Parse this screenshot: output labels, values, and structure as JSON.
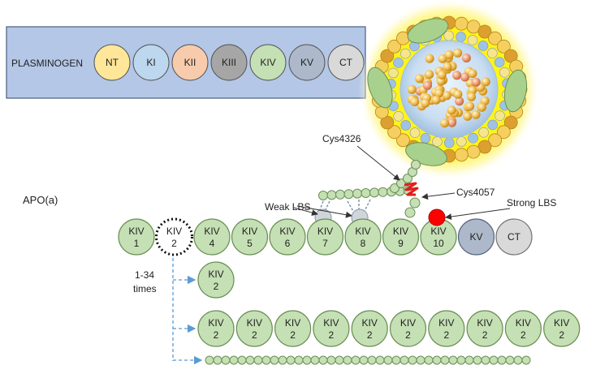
{
  "plasminogen": {
    "title": "PLASMINOGEN",
    "domains": [
      {
        "label": "NT",
        "color": "#ffe699"
      },
      {
        "label": "KI",
        "color": "#bdd7ee"
      },
      {
        "label": "KII",
        "color": "#f8cbad"
      },
      {
        "label": "KIII",
        "color": "#a6a6a6"
      },
      {
        "label": "KIV",
        "color": "#c5e0b4"
      },
      {
        "label": "KV",
        "color": "#adb9ca"
      },
      {
        "label": "CT",
        "color": "#d9d9d9"
      }
    ],
    "box_color": "#b4c7e7"
  },
  "apoa": {
    "title": "APO(a)",
    "chain": [
      {
        "line1": "KIV",
        "line2": "1",
        "style": "green"
      },
      {
        "line1": "KIV",
        "line2": "2",
        "style": "dotted"
      },
      {
        "line1": "KIV",
        "line2": "4",
        "style": "green"
      },
      {
        "line1": "KIV",
        "line2": "5",
        "style": "green"
      },
      {
        "line1": "KIV",
        "line2": "6",
        "style": "green"
      },
      {
        "line1": "KIV",
        "line2": "7",
        "style": "green"
      },
      {
        "line1": "KIV",
        "line2": "8",
        "style": "green"
      },
      {
        "line1": "KIV",
        "line2": "9",
        "style": "green"
      },
      {
        "line1": "KIV",
        "line2": "10",
        "style": "green"
      },
      {
        "line1": "KV",
        "line2": "",
        "style": "kv"
      },
      {
        "line1": "CT",
        "line2": "",
        "style": "ct"
      }
    ],
    "labels": {
      "cys4326": "Cys4326",
      "cys4057": "Cys4057",
      "weak_lbs": "Weak LBS",
      "strong_lbs": "Strong LBS"
    }
  },
  "repeats": {
    "range_line1": "1-34",
    "range_line2": "times",
    "single": {
      "line1": "KIV",
      "line2": "2"
    },
    "row": {
      "line1": "KIV",
      "line2": "2",
      "count": 10
    }
  },
  "colors": {
    "kiv_green": "#c5e0b4",
    "kiv_stroke": "#6a8f54",
    "kv_blue": "#adb9ca",
    "ct_gray": "#d9d9d9",
    "strong_lbs_red": "#ff0000",
    "weak_lbs_gray": "#d0d5dc",
    "arrow_blue": "#5b9bd5",
    "disulfide_red": "#e0201c",
    "ldl_glow": "#fff200"
  }
}
